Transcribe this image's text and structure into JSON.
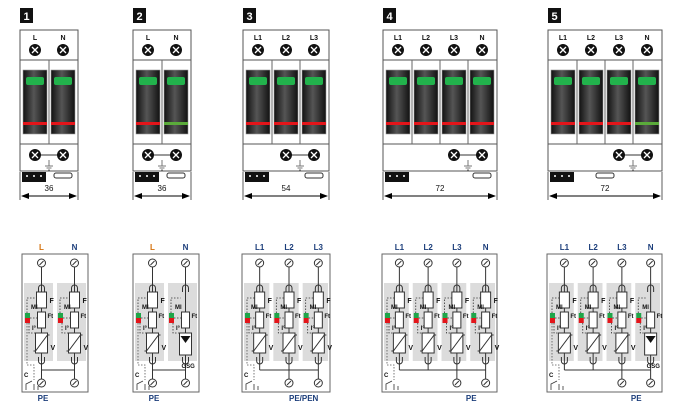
{
  "colors": {
    "green_window": "#22b24c",
    "red_stripe": "#e3151a",
    "green_stripe": "#5aaa3a",
    "panel_gray": "#dcdcdc",
    "indicator_green": "#1fa64a",
    "indicator_red": "#e3151a"
  },
  "symbols": {
    "fuse": "F",
    "thermal": "Ft",
    "indicator": "MI",
    "temp": "I°",
    "varistor": "V",
    "spark_gap": "GSG",
    "contact": "C"
  },
  "devices": [
    {
      "number": "1",
      "poles": [
        "L",
        "N"
      ],
      "stripes": [
        "red",
        "red"
      ],
      "width_mm": "36",
      "pe_label": "PE",
      "gsg_pole": -1,
      "pe_right": false
    },
    {
      "number": "2",
      "poles": [
        "L",
        "N"
      ],
      "stripes": [
        "red",
        "green"
      ],
      "width_mm": "36",
      "pe_label": "PE",
      "gsg_pole": 1,
      "pe_right": false
    },
    {
      "number": "3",
      "poles": [
        "L1",
        "L2",
        "L3"
      ],
      "stripes": [
        "red",
        "red",
        "red"
      ],
      "width_mm": "54",
      "pe_label": "PE/PEN",
      "gsg_pole": -1,
      "pe_right": true
    },
    {
      "number": "4",
      "poles": [
        "L1",
        "L2",
        "L3",
        "N"
      ],
      "stripes": [
        "red",
        "red",
        "red",
        "red"
      ],
      "width_mm": "72",
      "pe_label": "PE",
      "gsg_pole": -1,
      "pe_right": true
    },
    {
      "number": "5",
      "poles": [
        "L1",
        "L2",
        "L3",
        "N"
      ],
      "stripes": [
        "red",
        "red",
        "red",
        "green"
      ],
      "width_mm": "72",
      "pe_label": "PE",
      "gsg_pole": 3,
      "pe_right": true
    }
  ]
}
